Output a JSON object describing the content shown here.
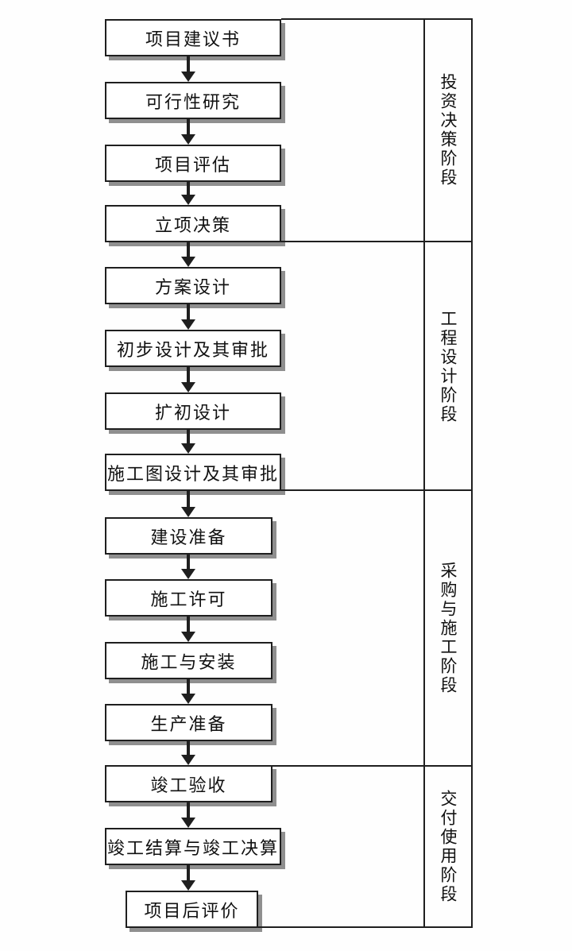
{
  "stages": [
    {
      "label": "投资决策阶段",
      "steps": [
        "项目建议书",
        "可行性研究",
        "项目评估",
        "立项决策"
      ]
    },
    {
      "label": "工程设计阶段",
      "steps": [
        "方案设计",
        "初步设计及其审批",
        "扩初设计",
        "施工图设计及其审批"
      ]
    },
    {
      "label": "采购与施工阶段",
      "steps": [
        "建设准备",
        "施工许可",
        "施工与安装",
        "生产准备"
      ]
    },
    {
      "label": "交付使用阶段",
      "steps": [
        "竣工验收",
        "竣工结算与竣工决算",
        "项目后评价"
      ]
    }
  ],
  "colors": {
    "line": "#1f1f1f",
    "shadow": "#8f8f8f",
    "text": "#111111",
    "background": "#fefefe"
  }
}
